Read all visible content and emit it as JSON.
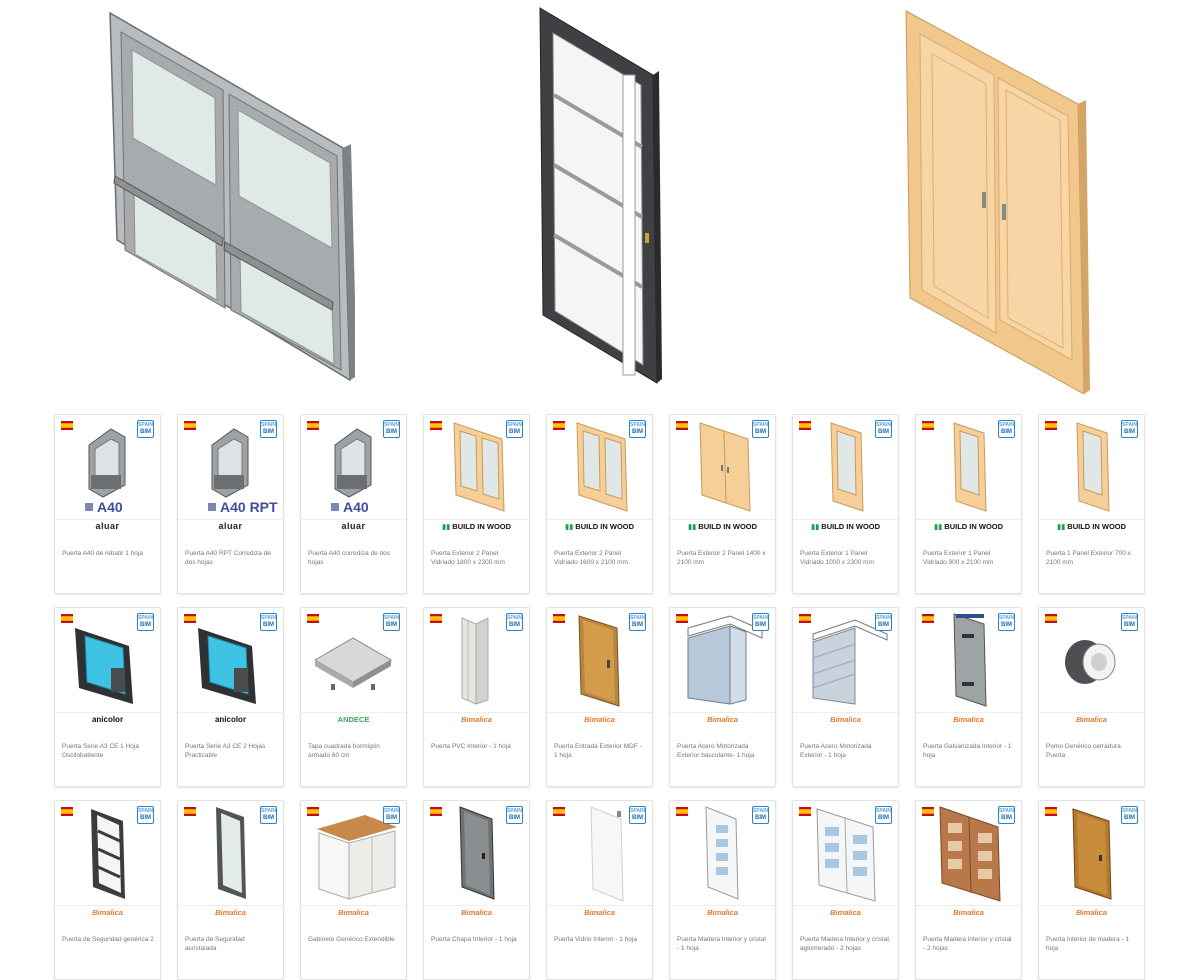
{
  "colors": {
    "frame_gray": "#a4a7aa",
    "frame_dark": "#3c3d40",
    "wood": "#f6cf98",
    "glass": "#dfe8e6",
    "accent_blue": "#2a84c9",
    "bimalica_orange": "#e8792b",
    "buildinwood_green": "#1e9e4f"
  },
  "hero": [
    {
      "name": "aluminium-double-glazed-door",
      "icon": "double-glass-door-icon"
    },
    {
      "name": "pivot-glass-door-dark-frame",
      "icon": "pivot-door-icon"
    },
    {
      "name": "double-wooden-door",
      "icon": "wooden-double-door-icon"
    }
  ],
  "badge": {
    "top": "SPAIN",
    "bottom": "BIM"
  },
  "cards": [
    {
      "thumb": "alu-profile",
      "label": "A40",
      "brand": "aluar",
      "brand_style": "aluar",
      "caption": "Puerta A40 de rebatir 1 hoja"
    },
    {
      "thumb": "alu-profile",
      "label": "A40 RPT",
      "brand": "aluar",
      "brand_style": "aluar",
      "caption": "Puerta A40 RPT Corrediza de dos hojas"
    },
    {
      "thumb": "alu-profile",
      "label": "A40",
      "brand": "aluar",
      "brand_style": "aluar",
      "caption": "Puerta A40 corrediza de dos hojas"
    },
    {
      "thumb": "wood-double-glass",
      "brand": "BUILD IN WOOD",
      "brand_style": "wood",
      "caption": "Puerta Exterior 2 Panel Vidriado 1800 x 2300 mm"
    },
    {
      "thumb": "wood-double-glass",
      "brand": "BUILD IN WOOD",
      "brand_style": "wood",
      "caption": "Puerta Exterior 2 Panel Vidriado 1600 x 2100 mm"
    },
    {
      "thumb": "wood-double",
      "brand": "BUILD IN WOOD",
      "brand_style": "wood",
      "caption": "Puerta Exterior 2 Panel 1400 x 2100 mm"
    },
    {
      "thumb": "wood-single-glass",
      "brand": "BUILD IN WOOD",
      "brand_style": "wood",
      "caption": "Puerta Exterior 1 Panel Vidriado 1000 x 2300 mm"
    },
    {
      "thumb": "wood-single-glass",
      "brand": "BUILD IN WOOD",
      "brand_style": "wood",
      "caption": "Puerta Exterior 1 Panel Vidriado 900 x 2100 mm"
    },
    {
      "thumb": "wood-single-glass",
      "brand": "BUILD IN WOOD",
      "brand_style": "wood",
      "caption": "Puerta 1 Panel Exterior 700 x 2100 mm"
    },
    {
      "thumb": "pvc-profile",
      "brand": "anicolor",
      "brand_style": "anicolor",
      "caption": "Puerta Serie A3 CE 1 Hoja Oscilobatiente"
    },
    {
      "thumb": "pvc-profile",
      "brand": "anicolor",
      "brand_style": "anicolor",
      "caption": "Puerta Serie A3 CE 2 Hojas Practicable"
    },
    {
      "thumb": "lid",
      "brand": "ANDECE",
      "brand_style": "andece",
      "caption": "Tapa cuadrada hormigón armado 60 cm"
    },
    {
      "thumb": "folding",
      "brand": "Bimalica",
      "brand_style": "bimalica",
      "caption": "Puerta PVC Interior - 1 hoja"
    },
    {
      "thumb": "wood-door",
      "brand": "Bimalica",
      "brand_style": "bimalica",
      "caption": "Puerta Entrada Exterior MDF - 1 hoja"
    },
    {
      "thumb": "garage",
      "brand": "Bimalica",
      "brand_style": "bimalica",
      "caption": "Puerta Acero Motorizada Exterior basculante- 1 hoja"
    },
    {
      "thumb": "garage-sectional",
      "brand": "Bimalica",
      "brand_style": "bimalica",
      "caption": "Puerta Acero Motorizada Exterior - 1 hoja"
    },
    {
      "thumb": "galv-door",
      "brand": "Bimalica",
      "brand_style": "bimalica",
      "caption": "Puerta Galvanizada Interior - 1 hoja"
    },
    {
      "thumb": "knob",
      "brand": "Bimalica",
      "brand_style": "bimalica",
      "caption": "Pomo Genérico cerradura Puerta"
    },
    {
      "thumb": "security-grid",
      "brand": "Bimalica",
      "brand_style": "bimalica",
      "caption": "Puerta de Seguridad genérica 2"
    },
    {
      "thumb": "security-glass",
      "brand": "Bimalica",
      "brand_style": "bimalica",
      "caption": "Puerta de Seguridad acristalada"
    },
    {
      "thumb": "cabinet",
      "brand": "Bimalica",
      "brand_style": "bimalica",
      "caption": "Gabinete Genérico Extendible"
    },
    {
      "thumb": "steel-door",
      "brand": "Bimalica",
      "brand_style": "bimalica",
      "caption": "Puerta Chapa Interior - 1 hoja"
    },
    {
      "thumb": "glass-door",
      "brand": "Bimalica",
      "brand_style": "bimalica",
      "caption": "Puerta Vidrio Interior - 1 hoja"
    },
    {
      "thumb": "white-glass4",
      "brand": "Bimalica",
      "brand_style": "bimalica",
      "caption": "Puerta Madera Interior y cristal - 1 hoja"
    },
    {
      "thumb": "white-glass-double",
      "brand": "Bimalica",
      "brand_style": "bimalica",
      "caption": "Puerta Madera Interior y cristal, aglomerado - 2 hojas"
    },
    {
      "thumb": "brown-glass-double",
      "brand": "Bimalica",
      "brand_style": "bimalica",
      "caption": "Puerta Madera interior y cristal - 2 hojas"
    },
    {
      "thumb": "brown-door",
      "brand": "Bimalica",
      "brand_style": "bimalica",
      "caption": "Puerta interior de madera - 1 hoja"
    }
  ]
}
